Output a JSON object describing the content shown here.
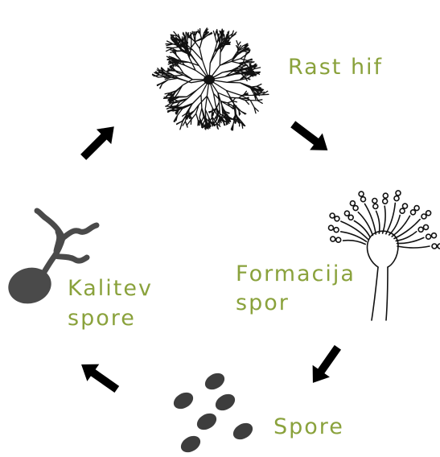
{
  "stages": {
    "hyphal_growth": {
      "label": "Rast hif"
    },
    "spore_formation": {
      "line1": "Formacija",
      "line2": "spor"
    },
    "spores": {
      "label": "Spore"
    },
    "germination": {
      "line1": "Kalitev",
      "line2": "spore"
    }
  },
  "colors": {
    "label_green": "#8aa23c",
    "ink": "#111111",
    "spore_fill": "#3d3d3d",
    "germ_fill": "#4a4a4a"
  },
  "icons": [
    "mycelium-icon",
    "conidiophore-icon",
    "spores-icon",
    "germinating-spore-icon",
    "cycle-arrow-icon"
  ]
}
